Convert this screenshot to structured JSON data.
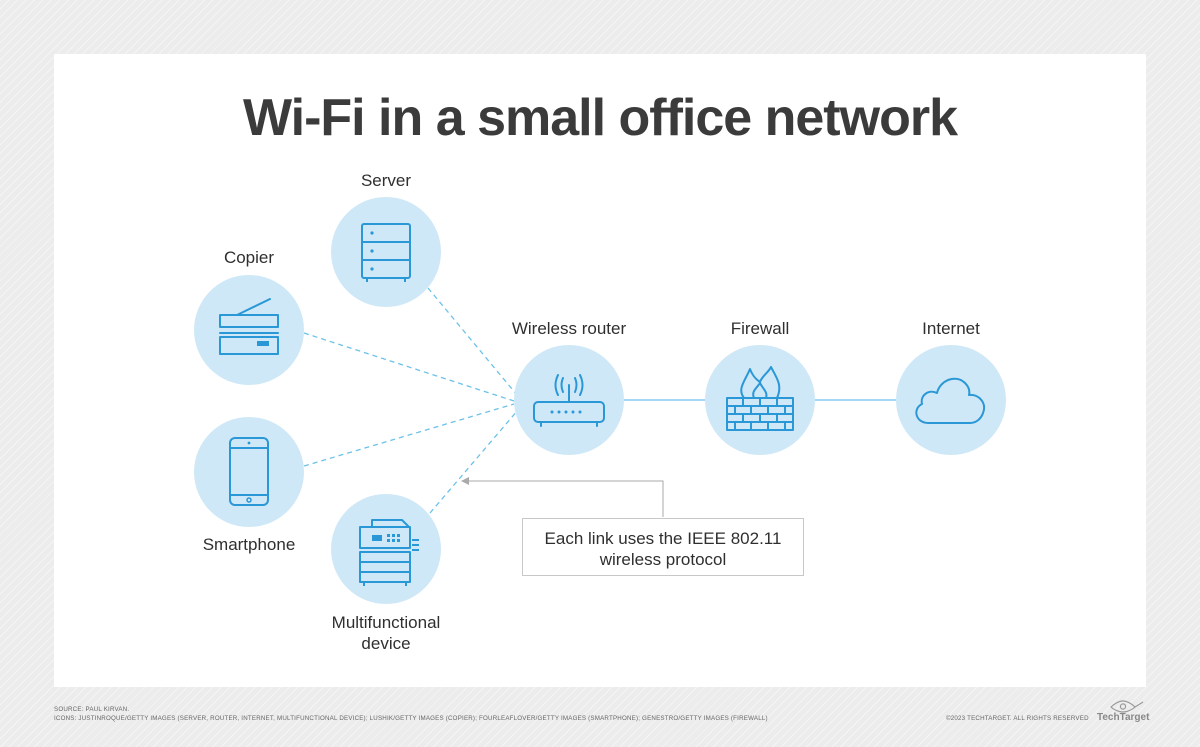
{
  "title": "Wi-Fi in a small office network",
  "nodes": {
    "server": {
      "label": "Server",
      "icon": "server-rack-icon"
    },
    "copier": {
      "label": "Copier",
      "icon": "copier-icon"
    },
    "smartphone": {
      "label": "Smartphone",
      "icon": "smartphone-icon"
    },
    "mfd": {
      "label_line1": "Multifunctional",
      "label_line2": "device",
      "icon": "multifunction-printer-icon"
    },
    "router": {
      "label": "Wireless router",
      "icon": "wireless-router-icon"
    },
    "firewall": {
      "label": "Firewall",
      "icon": "firewall-icon"
    },
    "internet": {
      "label": "Internet",
      "icon": "cloud-icon"
    }
  },
  "callout": {
    "line1": "Each link uses the IEEE 802.11",
    "line2": "wireless protocol"
  },
  "footer": {
    "source": "SOURCE: PAUL KIRVAN.",
    "icons": "ICONS: JUSTINROQUE/GETTY IMAGES (SERVER, ROUTER, INTERNET, MULTIFUNCTIONAL DEVICE); LUSHIK/GETTY IMAGES (COPIER); FOURLEAFLOVER/GETTY IMAGES (SMARTPHONE); GENESTRO/GETTY IMAGES (FIREWALL)",
    "copyright": "©2023 TECHTARGET. ALL RIGHTS RESERVED",
    "brand": "TechTarget"
  },
  "colors": {
    "node_fill": "#cfe8f7",
    "icon_stroke": "#2a97d6",
    "link": "#6cc1ea",
    "title": "#3b3b3b"
  }
}
